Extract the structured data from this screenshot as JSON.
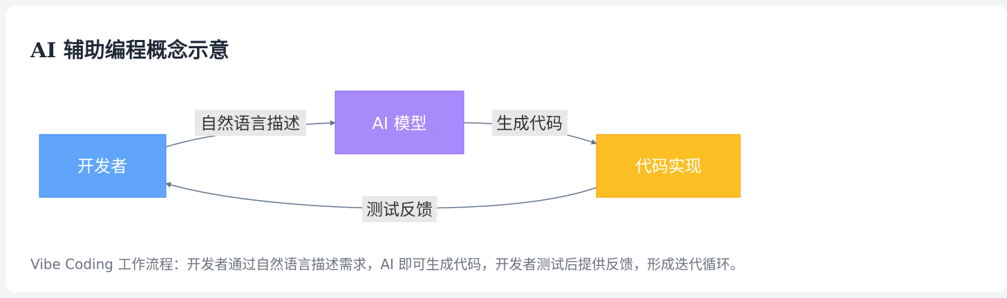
{
  "header": {
    "title": "AI 辅助编程概念示意"
  },
  "diagram": {
    "nodes": {
      "developer": {
        "label": "开发者",
        "color": "#60a5fa"
      },
      "model": {
        "label": "AI 模型",
        "color": "#a78bfa"
      },
      "implementation": {
        "label": "代码实现",
        "color": "#fbbf24"
      }
    },
    "edges": {
      "describe": {
        "label": "自然语言描述"
      },
      "generate": {
        "label": "生成代码"
      },
      "feedback": {
        "label": "测试反馈"
      }
    },
    "edge_color": "#64748b",
    "edge_label_bg": "#e8e8e8"
  },
  "footer": {
    "caption": "Vibe Coding 工作流程：开发者通过自然语言描述需求，AI 即可生成代码，开发者测试后提供反馈，形成迭代循环。"
  }
}
